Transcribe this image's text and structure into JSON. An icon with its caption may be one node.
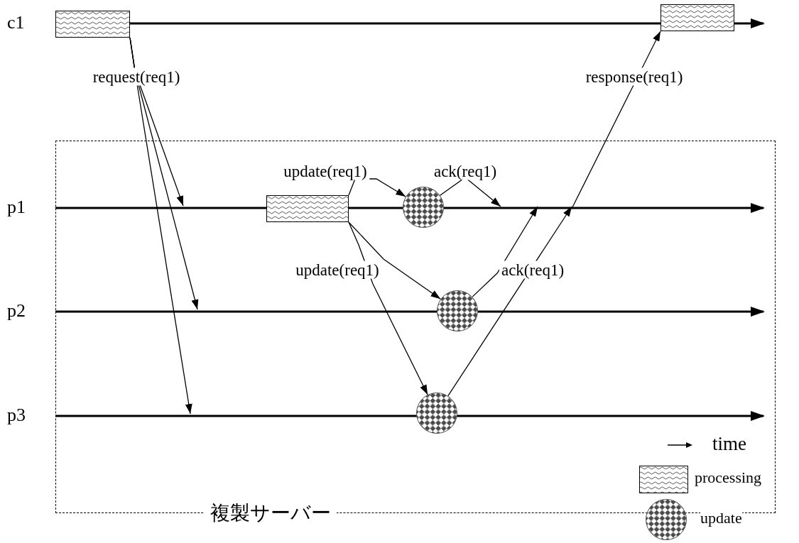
{
  "diagram": {
    "nodes": [
      {
        "text": [
          "複製サーバー"
        ]
      },
      {
        "text": [],
        "shape": "box"
      },
      {
        "text": [],
        "shape": "box"
      },
      {
        "text": [],
        "shape": "box",
        "in": 0
      },
      {
        "text": [],
        "shape": "circle",
        "in": 0
      },
      {
        "text": [],
        "shape": "circle",
        "in": 0
      },
      {
        "text": [],
        "shape": "circle",
        "in": 0
      }
    ],
    "edges": [
      {
        "from": 1,
        "to": null,
        "arrow": "to",
        "label": "request(req1)"
      },
      {
        "from": 1,
        "to": null,
        "arrow": "to"
      },
      {
        "from": 1,
        "to": null,
        "arrow": "to"
      },
      {
        "from": 3,
        "to": 4,
        "arrow": "to",
        "label": "update(req1)"
      },
      {
        "from": 3,
        "to": 5,
        "arrow": "to",
        "label": "update(req1)"
      },
      {
        "from": 3,
        "to": 6,
        "arrow": "to"
      },
      {
        "from": 4,
        "to": null,
        "arrow": "to",
        "label": "ack(req1)"
      },
      {
        "from": 5,
        "to": null,
        "arrow": "to",
        "label": "ack(req1)"
      },
      {
        "from": 6,
        "to": null,
        "arrow": "to"
      },
      {
        "from": null,
        "to": 2,
        "arrow": "to",
        "label": "response(req1)"
      }
    ],
    "labels": [
      "c1",
      "p1",
      "p2",
      "p3"
    ],
    "legend": [
      {
        "text": "time"
      },
      {
        "text": "processing"
      },
      {
        "text": "update"
      }
    ]
  }
}
